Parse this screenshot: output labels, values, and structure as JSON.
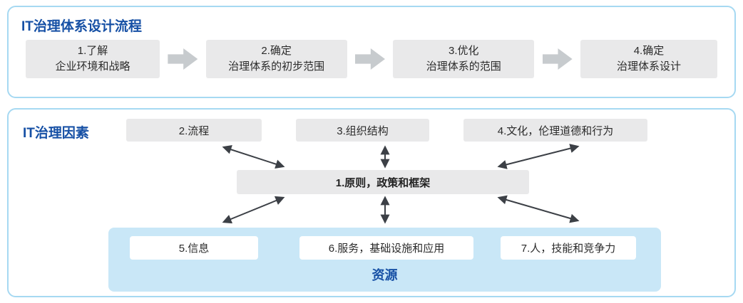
{
  "top_panel": {
    "title": "IT治理体系设计流程",
    "steps": [
      {
        "line1": "1.了解",
        "line2": "企业环境和战略"
      },
      {
        "line1": "2.确定",
        "line2": "治理体系的初步范围"
      },
      {
        "line1": "3.优化",
        "line2": "治理体系的范围"
      },
      {
        "line1": "4.确定",
        "line2": "治理体系设计"
      }
    ]
  },
  "bottom_panel": {
    "title": "IT治理因素",
    "top_factors": [
      "2.流程",
      "3.组织结构",
      "4.文化，伦理道德和行为"
    ],
    "center_factor": "1.原则，政策和框架",
    "resource_factors": [
      "5.信息",
      "6.服务，基础设施和应用",
      "7.人，技能和竞争力"
    ],
    "resource_label": "资源"
  },
  "colors": {
    "title_blue": "#1650a5",
    "panel_border": "#a6d9f2",
    "box_gray": "#e9e9ea",
    "flow_arrow_gray": "#c7cbce",
    "resource_bg": "#c9e7f7",
    "connector_dark": "#3c4046"
  }
}
